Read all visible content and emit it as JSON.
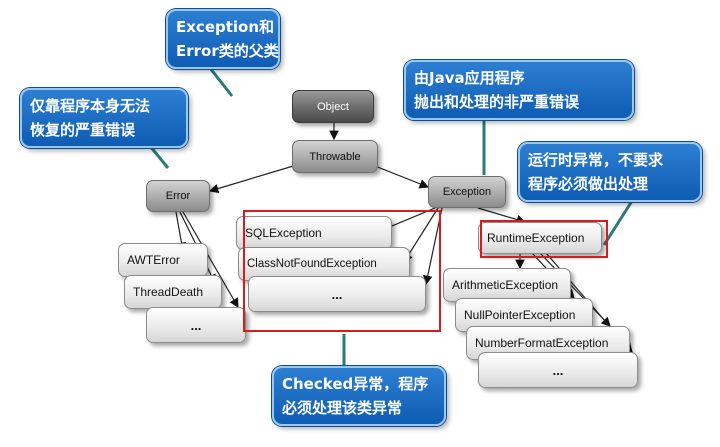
{
  "nodes": {
    "object": "Object",
    "throwable": "Throwable",
    "error": "Error",
    "exception": "Exception",
    "awterror": "AWTError",
    "threaddeath": "ThreadDeath",
    "error_more": "...",
    "sqlexception": "SQLException",
    "classnotfound": "ClassNotFoundException",
    "checked_more": "...",
    "runtimeexception": "RuntimeException",
    "arithmetic": "ArithmeticException",
    "nullpointer": "NullPointerException",
    "numberformat": "NumberFormatException",
    "runtime_more": "..."
  },
  "callouts": {
    "exception_error": [
      "Exception和",
      "Error类的父类"
    ],
    "serious_error": [
      "仅靠程序本身无法",
      "恢复的严重错误"
    ],
    "java_app": [
      "由Java应用程序",
      "抛出和处理的非严重错误"
    ],
    "runtime": [
      "运行时异常，不要求",
      "程序必须做出处理"
    ],
    "checked": [
      "Checked异常，程序",
      "必须处理该类异常"
    ]
  },
  "colors": {
    "callout_fill": "#1a6cc4",
    "highlight_border": "#d81c1c",
    "connector": "#2b7a78"
  }
}
